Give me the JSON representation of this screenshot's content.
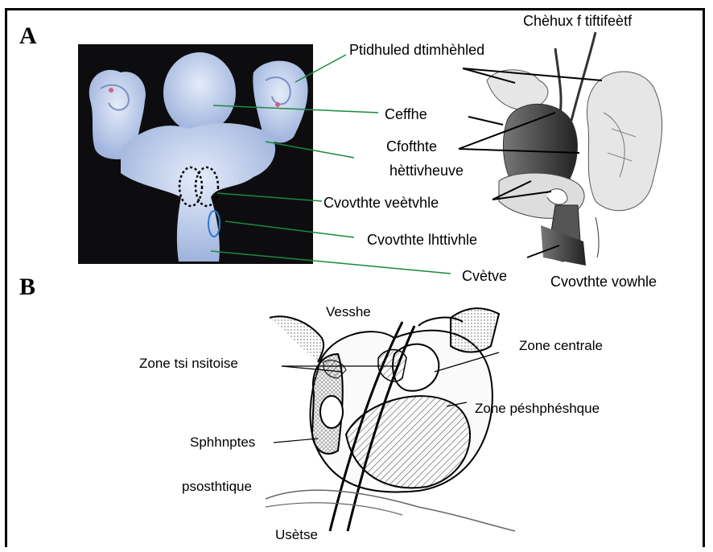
{
  "panel_a": {
    "letter": "A",
    "labels": {
      "l1": "Ptidhuled dtimhèhled",
      "l2": "Ceffhe",
      "l3": "Cfofthte",
      "l4": "hèttivheuve",
      "l5": "Cvovthte veètvhle",
      "l6": "Cvovthte lhttivhle",
      "l7": "Cvètve",
      "r1": "Chèhux f tiftifeètf",
      "r2": "Cvovthte vowhle"
    }
  },
  "panel_b": {
    "letter": "B",
    "labels": {
      "vessie": "Vesshe",
      "centrale": "Zone centrale",
      "transition": "Zone tsi nsitoise",
      "peripherique": "Zone péshphéshque",
      "sphincter1": "Sphhnptes",
      "sphincter2": "psosthtique",
      "uretre": "Usètse"
    }
  },
  "colors": {
    "photo_bg": "#0d0d10",
    "tissue": "#b8c8e6",
    "leader_green": "#1a8a3a",
    "ink": "#000000"
  }
}
